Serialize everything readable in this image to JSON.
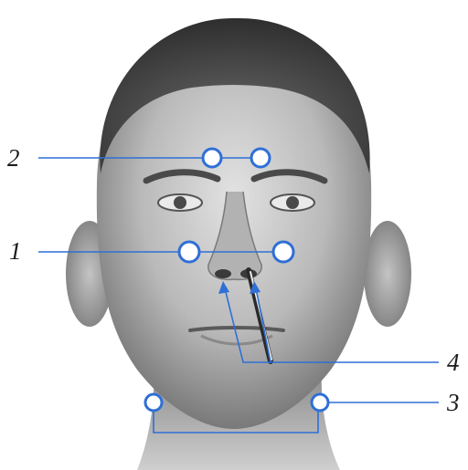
{
  "callouts": {
    "one": "1",
    "two": "2",
    "three": "3",
    "four": "4"
  },
  "colors": {
    "marker": "#2f6fd6",
    "marker_fill": "#ffffff",
    "skin_light": "#d9d9d9",
    "skin_mid": "#a9a9a9",
    "skin_dark": "#5c5c5c",
    "hair": "#3a3a3a"
  },
  "icons": {
    "marker": "circle-marker",
    "instrument": "probe-instrument"
  }
}
